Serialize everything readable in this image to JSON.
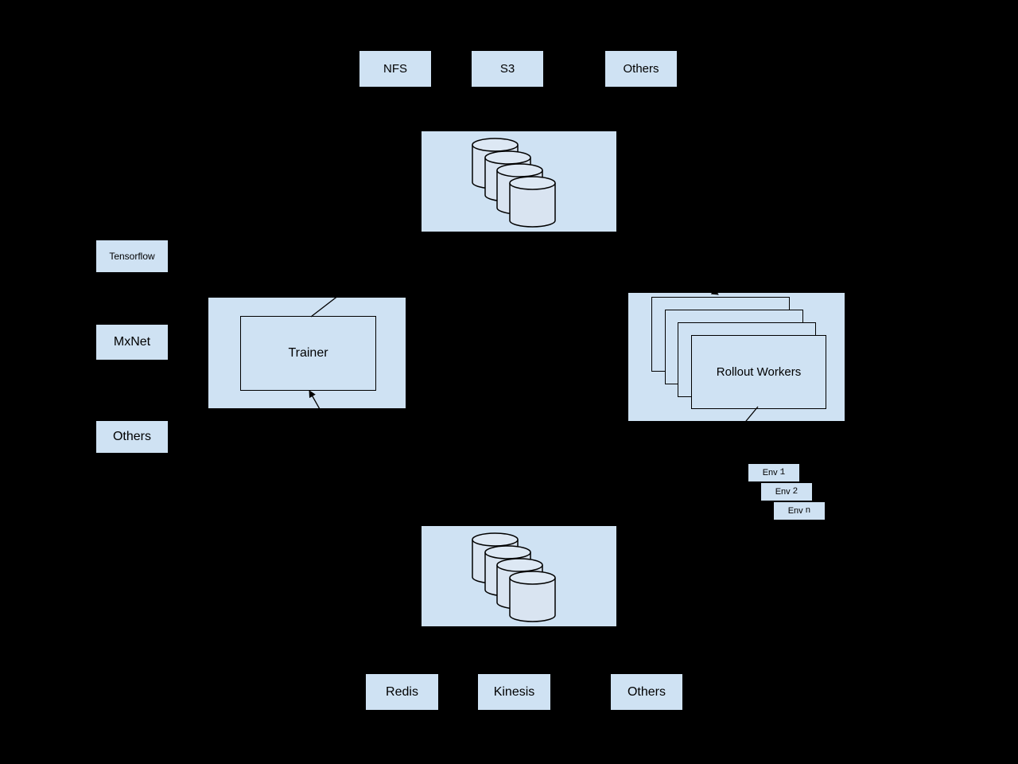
{
  "colors": {
    "background": "#000000",
    "shape_fill": "#cfe2f3",
    "shape_stroke": "#000000",
    "cylinder_fill": "#d9e4f1",
    "cylinder_top_fill": "#dde8f4",
    "text": "#000000",
    "connector": "#000000"
  },
  "top_storage": {
    "nfs": "NFS",
    "s3": "S3",
    "others": "Others"
  },
  "frameworks": {
    "tensorflow": "Tensorflow",
    "mxnet": "MxNet",
    "others": "Others"
  },
  "trainer": {
    "label": "Trainer"
  },
  "rollout": {
    "label": "Rollout Workers"
  },
  "environments": {
    "env1": {
      "prefix": "Env",
      "index": "1"
    },
    "env2": {
      "prefix": "Env",
      "index": "2"
    },
    "envn": {
      "prefix": "Env",
      "index": "n"
    }
  },
  "bottom_storage": {
    "redis": "Redis",
    "kinesis": "Kinesis",
    "others": "Others"
  }
}
